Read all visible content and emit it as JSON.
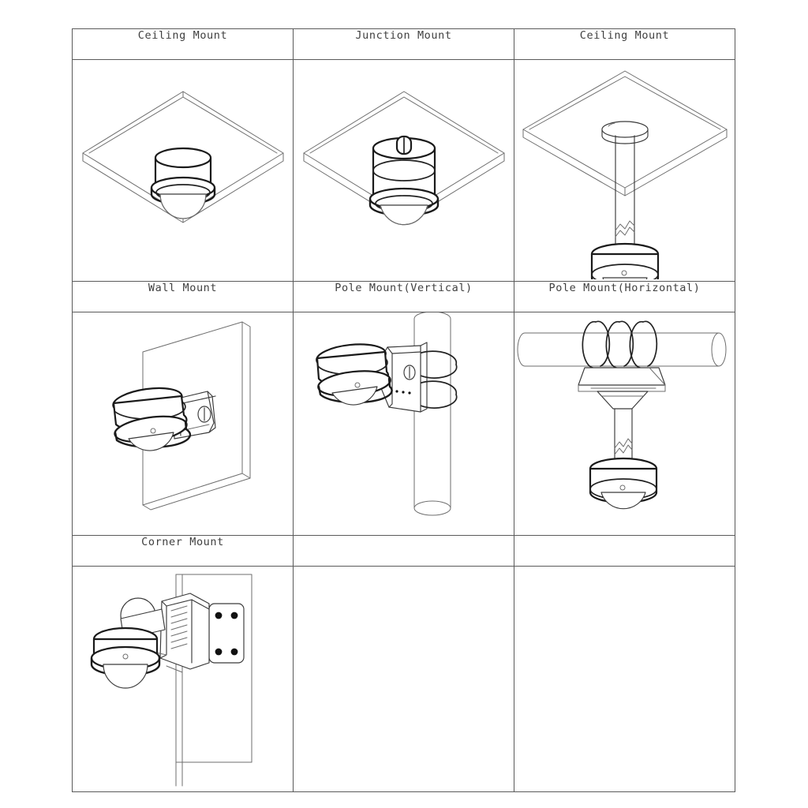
{
  "document": {
    "kind": "mounting-options-diagram",
    "background_color": "#ffffff",
    "line_color": "#3a3a3a",
    "border_color": "#5a5a5a"
  },
  "table": {
    "rows": [
      {
        "cells": [
          {
            "label": "Ceiling Mount",
            "figure": "ceiling-mount-flush"
          },
          {
            "label": "Junction Mount",
            "figure": "junction-box-mount"
          },
          {
            "label": "Ceiling Mount",
            "figure": "ceiling-pendant-mount"
          }
        ]
      },
      {
        "cells": [
          {
            "label": "Wall Mount",
            "figure": "wall-mount"
          },
          {
            "label": "Pole Mount(Vertical)",
            "figure": "pole-mount-vertical"
          },
          {
            "label": "Pole Mount(Horizontal)",
            "figure": "pole-mount-horizontal"
          }
        ]
      },
      {
        "cells": [
          {
            "label": "Corner Mount",
            "figure": "corner-mount"
          }
        ]
      }
    ]
  }
}
